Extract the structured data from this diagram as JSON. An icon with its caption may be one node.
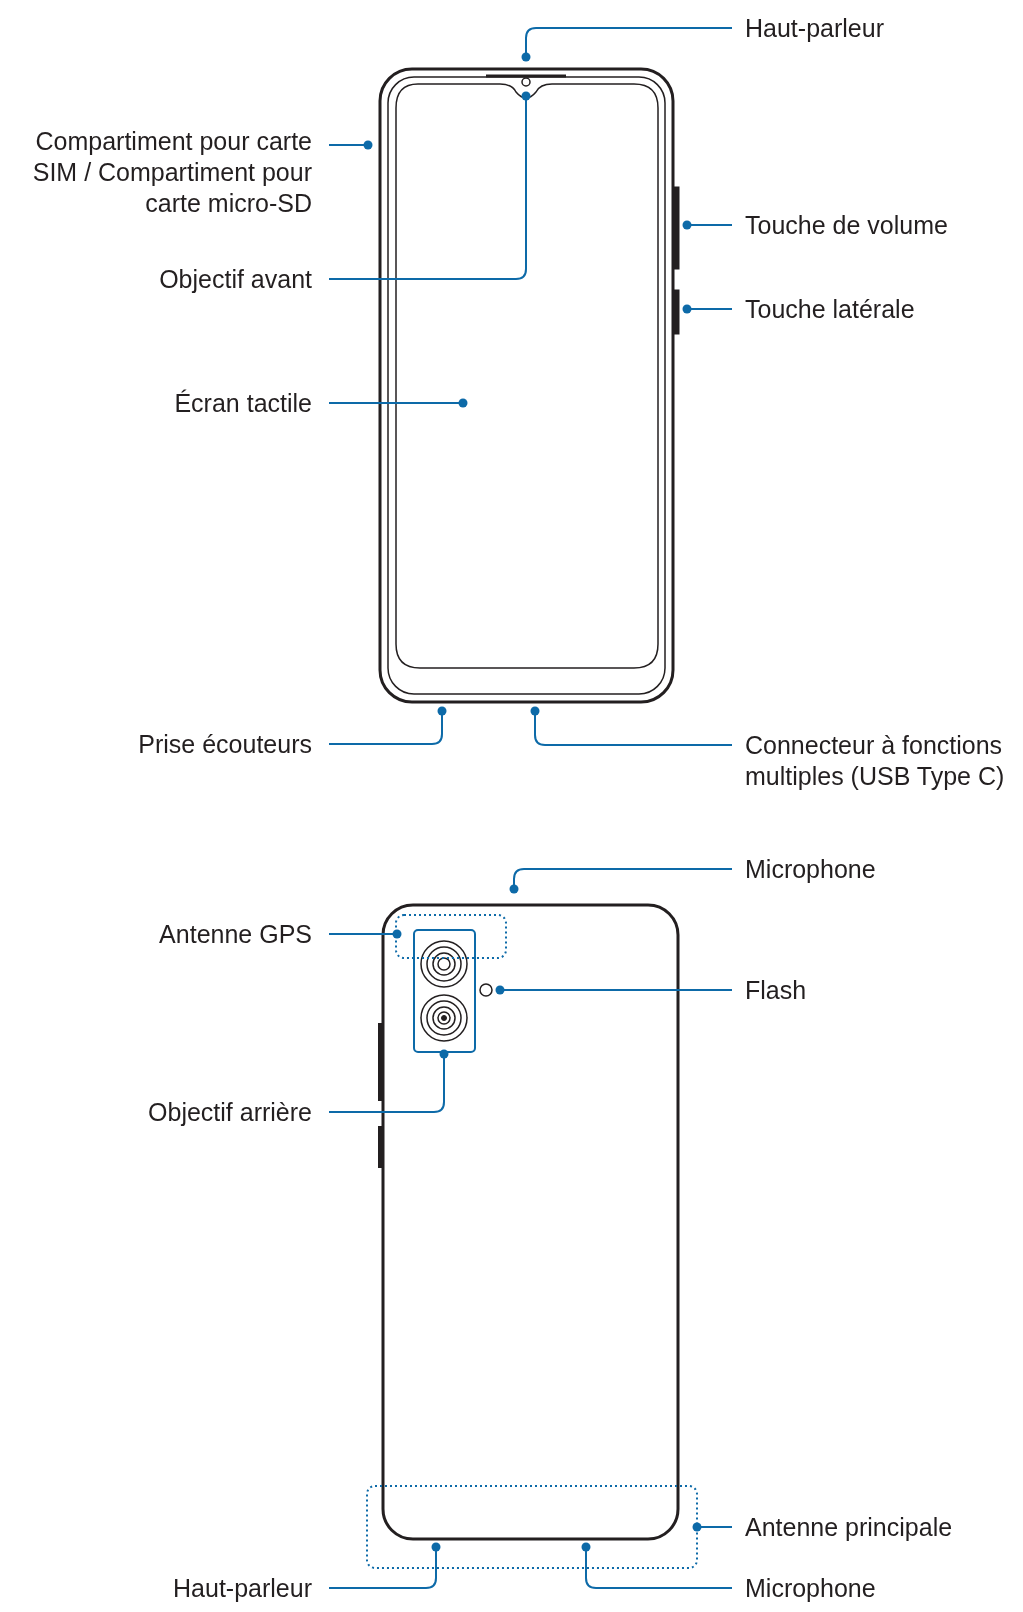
{
  "diagram": {
    "nodes": [
      {
        "text": [
          "Haut-parleur"
        ]
      },
      {
        "text": [
          "Compartiment pour carte SIM / Compartiment pour carte micro-SD"
        ]
      },
      {
        "text": [
          "Touche de volume"
        ]
      },
      {
        "text": [
          "Objectif avant"
        ]
      },
      {
        "text": [
          "Touche latérale"
        ]
      },
      {
        "text": [
          "Écran tactile"
        ]
      },
      {
        "text": [
          "Prise écouteurs"
        ]
      },
      {
        "text": [
          "Connecteur à fonctions multiples (USB Type C)"
        ]
      },
      {
        "text": [
          "Microphone"
        ]
      },
      {
        "text": [
          "Antenne GPS"
        ]
      },
      {
        "text": [
          "Flash"
        ]
      },
      {
        "text": [
          "Objectif arrière"
        ]
      },
      {
        "text": [
          "Antenne principale"
        ]
      },
      {
        "text": [
          "Haut-parleur"
        ]
      },
      {
        "text": [
          "Microphone"
        ]
      },
      {
        "text": [],
        "shape": "picture"
      },
      {
        "text": [],
        "shape": "picture"
      }
    ],
    "edges": [
      {
        "from": 0,
        "to": 15,
        "arrow": "other"
      },
      {
        "from": 1,
        "to": 15,
        "arrow": "other"
      },
      {
        "from": 2,
        "to": 15,
        "arrow": "other"
      },
      {
        "from": 3,
        "to": 15,
        "arrow": "other"
      },
      {
        "from": 4,
        "to": 15,
        "arrow": "other"
      },
      {
        "from": 5,
        "to": 15,
        "arrow": "other"
      },
      {
        "from": 6,
        "to": 15,
        "arrow": "other"
      },
      {
        "from": 7,
        "to": 15,
        "arrow": "other"
      },
      {
        "from": 8,
        "to": 16,
        "arrow": "other"
      },
      {
        "from": 9,
        "to": 16,
        "arrow": "other"
      },
      {
        "from": 10,
        "to": 16,
        "arrow": "other"
      },
      {
        "from": 11,
        "to": 16,
        "arrow": "other"
      },
      {
        "from": 12,
        "to": 16,
        "arrow": "other"
      },
      {
        "from": 13,
        "to": 16,
        "arrow": "other"
      },
      {
        "from": 14,
        "to": 16,
        "arrow": "other"
      }
    ]
  }
}
